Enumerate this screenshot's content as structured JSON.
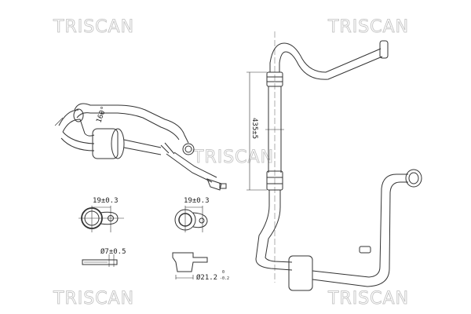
{
  "watermark": "TRISCAN",
  "dimensions": {
    "angle": "160°",
    "flange_left_width": "19±0.3",
    "flange_right_width": "19±0.3",
    "bore_diameter": "Ø7±0.5",
    "spigot_diameter": "Ø21.2",
    "spigot_tolerance_upper": "0",
    "spigot_tolerance_lower": "-0.2",
    "hose_length": "435±5"
  },
  "colors": {
    "line": "#333333",
    "watermark": "#bdbdbd"
  }
}
